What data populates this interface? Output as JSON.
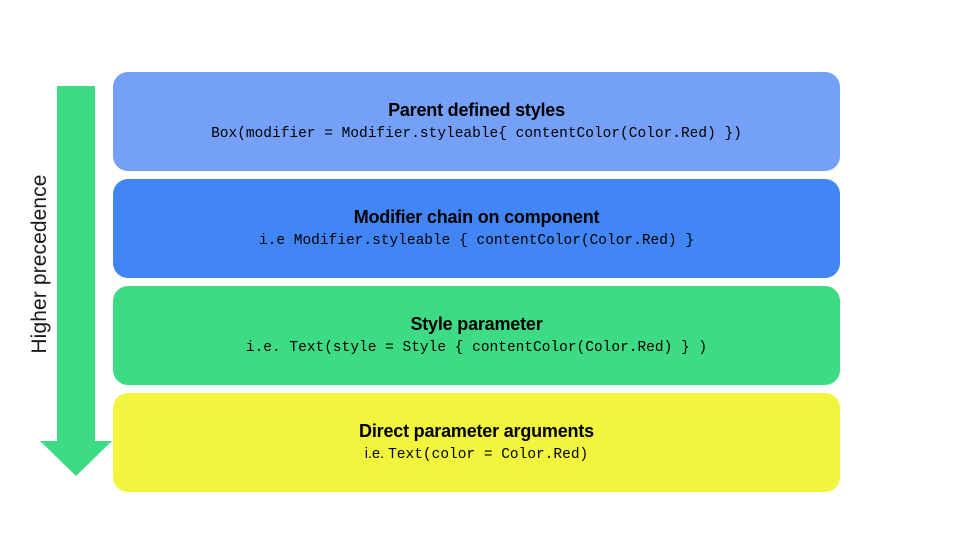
{
  "axis": {
    "label": "Higher precedence",
    "arrow_direction": "down",
    "arrow_color": "#3DDC84"
  },
  "colors": {
    "background": "#FFFFFF",
    "text": "#000000",
    "layer_1": "#74A0F7",
    "layer_2": "#4285F4",
    "layer_3": "#3DDC84",
    "layer_4": "#F2F53D"
  },
  "layers": [
    {
      "title": "Parent defined styles",
      "code_prefix": "",
      "code": "Box(modifier = Modifier.styleable{ contentColor(Color.Red) })",
      "color": "#74A0F7"
    },
    {
      "title": "Modifier chain on component",
      "code_prefix": "",
      "code": "i.e Modifier.styleable { contentColor(Color.Red) }",
      "color": "#4285F4"
    },
    {
      "title": "Style parameter",
      "code_prefix": "",
      "code": "i.e. Text(style = Style { contentColor(Color.Red) } )",
      "color": "#3DDC84"
    },
    {
      "title": "Direct parameter arguments",
      "code_prefix": "i.e.",
      "code": "Text(color = Color.Red)",
      "color": "#F2F53D"
    }
  ]
}
